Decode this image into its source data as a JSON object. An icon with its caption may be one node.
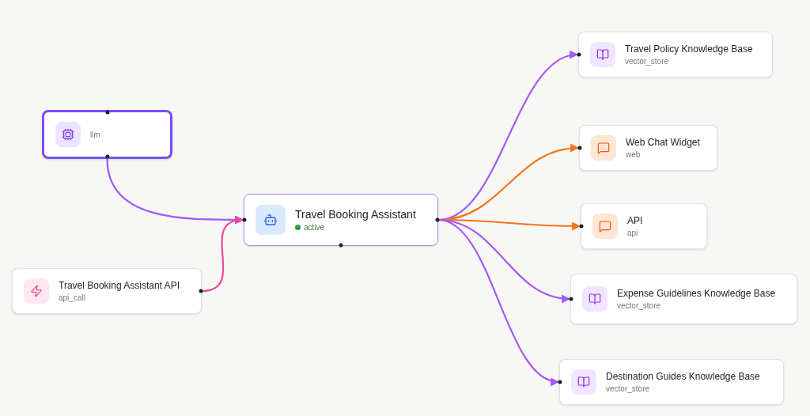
{
  "diagram": {
    "nodes": [
      {
        "text": [
          "llm"
        ]
      },
      {
        "text": [
          "Travel Booking Assistant API",
          "api_call"
        ]
      },
      {
        "text": [
          "Travel Booking Assistant",
          "active"
        ]
      },
      {
        "text": [
          "Travel Policy Knowledge Base",
          "vector_store"
        ]
      },
      {
        "text": [
          "Web Chat Widget",
          "web"
        ]
      },
      {
        "text": [
          "API",
          "api"
        ]
      },
      {
        "text": [
          "Expense Guidelines Knowledge Base",
          "vector_store"
        ]
      },
      {
        "text": [
          "Destination Guides Knowledge Base",
          "vector_store"
        ]
      }
    ],
    "edges": [
      {
        "from": 0,
        "to": 2,
        "arrow": "to"
      },
      {
        "from": 1,
        "to": 2,
        "arrow": "to",
        "color": "#ec4899"
      },
      {
        "from": 2,
        "to": 3,
        "arrow": "to"
      },
      {
        "from": 2,
        "to": 4,
        "arrow": "to",
        "color": "#f97316"
      },
      {
        "from": 2,
        "to": 5,
        "arrow": "to",
        "color": "#f97316"
      },
      {
        "from": 2,
        "to": 6,
        "arrow": "to"
      },
      {
        "from": 2,
        "to": 7,
        "arrow": "to"
      }
    ]
  }
}
